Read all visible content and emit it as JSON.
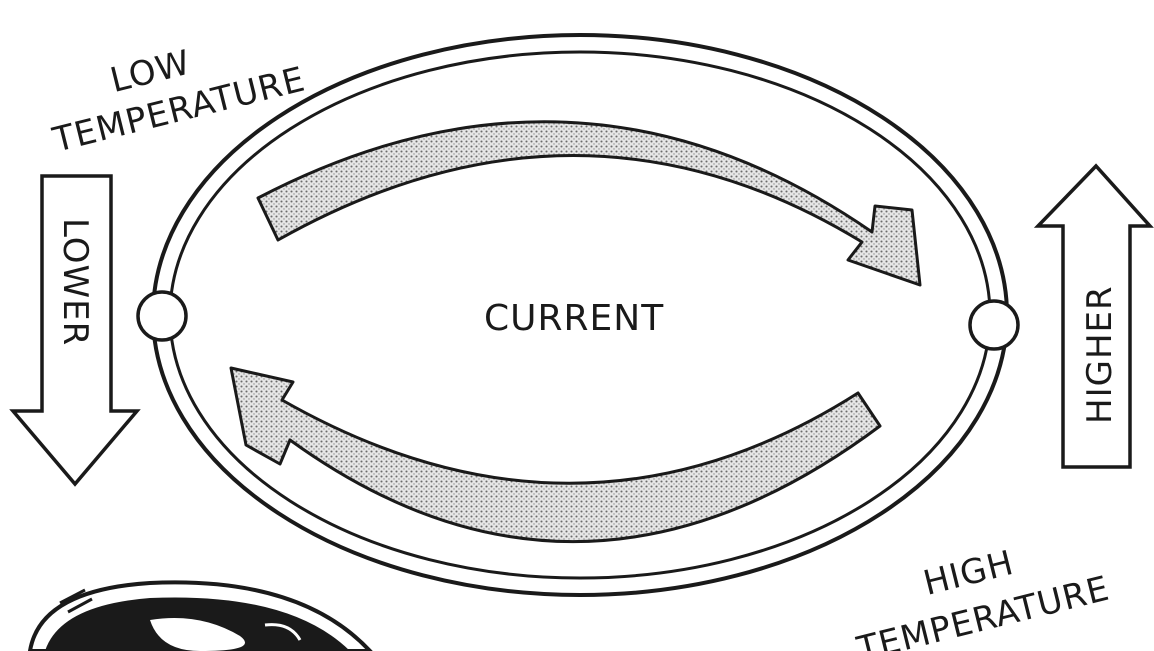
{
  "diagram": {
    "labels": {
      "low_temperature_line1": "LOW",
      "low_temperature_line2": "TEMPERATURE",
      "high_temperature_line1": "HIGH",
      "high_temperature_line2": "TEMPERATURE",
      "center": "CURRENT",
      "left_arrow": "LOWER",
      "right_arrow": "HIGHER"
    },
    "colors": {
      "ink": "#1a1a1a",
      "background": "#ffffff",
      "current_arrow_fill": "#bdbdbd"
    }
  }
}
